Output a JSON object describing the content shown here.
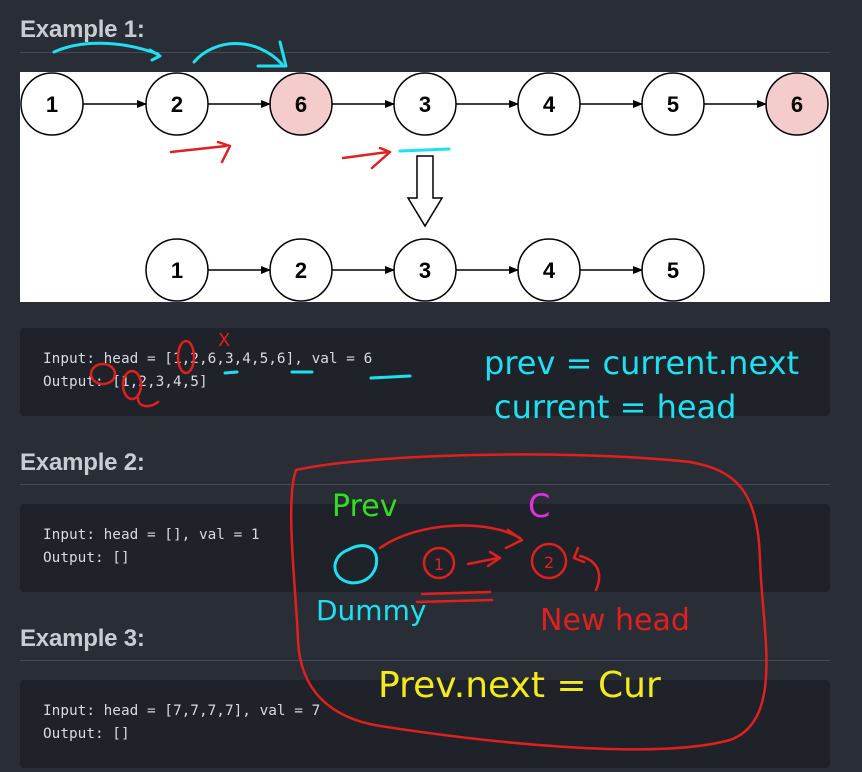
{
  "examples": [
    {
      "heading": "Example 1:",
      "figure": {
        "input_list": [
          "1",
          "2",
          "6",
          "3",
          "4",
          "5",
          "6"
        ],
        "output_list": [
          "1",
          "2",
          "3",
          "4",
          "5"
        ],
        "removed_fill": "#f4cccc"
      },
      "input_line": "Input: head = [1,2,6,3,4,5,6], val = 6",
      "output_line": "Output: [1,2,3,4,5]"
    },
    {
      "heading": "Example 2:",
      "input_line": "Input: head = [], val = 1",
      "output_line": "Output: []"
    },
    {
      "heading": "Example 3:",
      "input_line": "Input: head = [7,7,7,7], val = 7",
      "output_line": "Output: []"
    }
  ],
  "annotations": {
    "example1_mark": "X",
    "formula_1": "prev = current.next",
    "formula_2": "current = head",
    "label_prev": "Prev",
    "label_c": "C",
    "node_1": "1",
    "node_2": "2",
    "label_dummy": "Dummy",
    "label_new_head": "New head",
    "formula_3": "Prev.next = Cur"
  },
  "colors": {
    "background": "#282d36",
    "code_background": "#1f2228",
    "heading": "#c9ccd1",
    "ink_red": "#e0201e",
    "ink_cyan": "#1ee0f0",
    "ink_green": "#33dd22",
    "ink_magenta": "#e030e0",
    "ink_yellow": "#f2ea1a"
  }
}
